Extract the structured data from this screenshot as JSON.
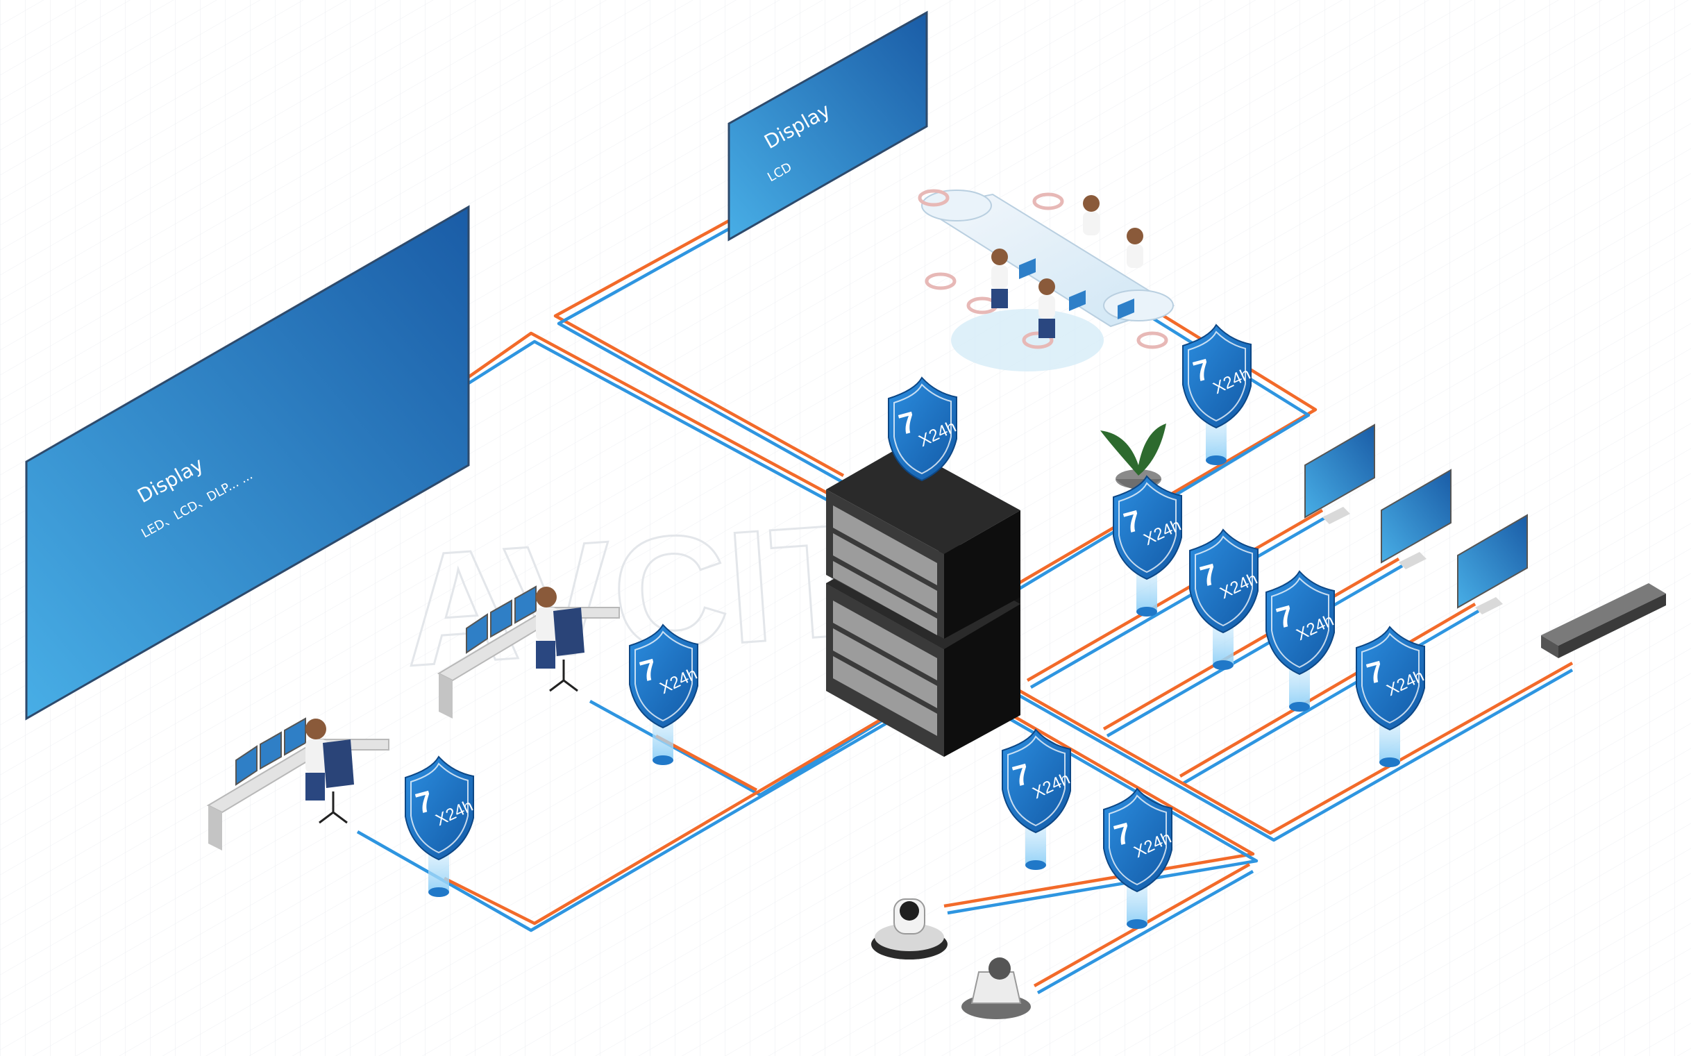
{
  "displays": {
    "big_wall": {
      "title": "Display",
      "subtitle": "LED、LCD、DLP... ..."
    },
    "lcd_wall": {
      "title": "Display",
      "subtitle": "LCD"
    }
  },
  "badge": {
    "seven": "7",
    "suffix": "X24h"
  },
  "watermark": "AVCIT",
  "colors": {
    "cable_blue": "#2e95e0",
    "cable_orange": "#f26a2a",
    "screen_dark": "#1d5ea6",
    "screen_light": "#41a6e2",
    "shield": "#1c74c4",
    "rack": "#1c1c1c"
  },
  "icons": [
    "server-rack-icon",
    "shield-badge-icon",
    "operator-console-icon",
    "conference-table-icon",
    "monitor-icon",
    "ptz-camera-icon",
    "network-appliance-icon",
    "plant-icon"
  ]
}
